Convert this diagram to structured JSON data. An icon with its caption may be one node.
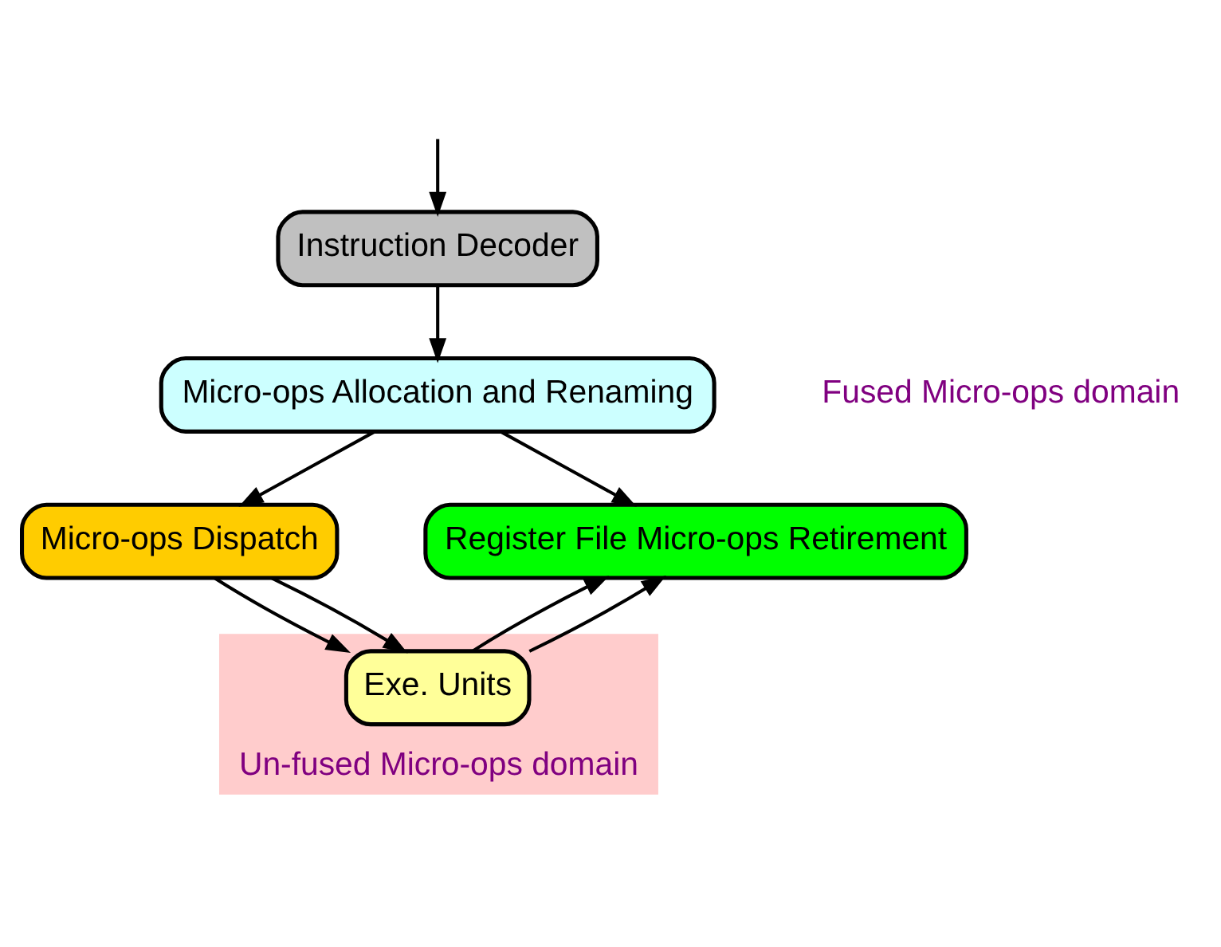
{
  "diagram": {
    "nodes": [
      {
        "text": [
          "Instruction Decoder"
        ]
      },
      {
        "text": [
          "Micro-ops Allocation and Renaming"
        ]
      },
      {
        "text": [
          "Micro-ops Dispatch"
        ]
      },
      {
        "text": [
          "Register File Micro-ops Retirement"
        ]
      },
      {
        "text": [
          "Un-fused Micro-ops domain"
        ]
      },
      {
        "text": [
          "Exe. Units"
        ],
        "in": 4
      }
    ],
    "edges": [
      {
        "from": null,
        "to": 0,
        "arrow": "to"
      },
      {
        "from": 0,
        "to": 1,
        "arrow": "to"
      },
      {
        "from": 1,
        "to": 2,
        "arrow": "to"
      },
      {
        "from": 1,
        "to": 3,
        "arrow": "to"
      },
      {
        "from": 2,
        "to": 5,
        "arrow": "to"
      },
      {
        "from": 2,
        "to": 5,
        "arrow": "to"
      },
      {
        "from": 5,
        "to": 3,
        "arrow": "to"
      },
      {
        "from": 5,
        "to": 3,
        "arrow": "to"
      }
    ],
    "labels": [
      "Fused Micro-ops domain"
    ]
  }
}
